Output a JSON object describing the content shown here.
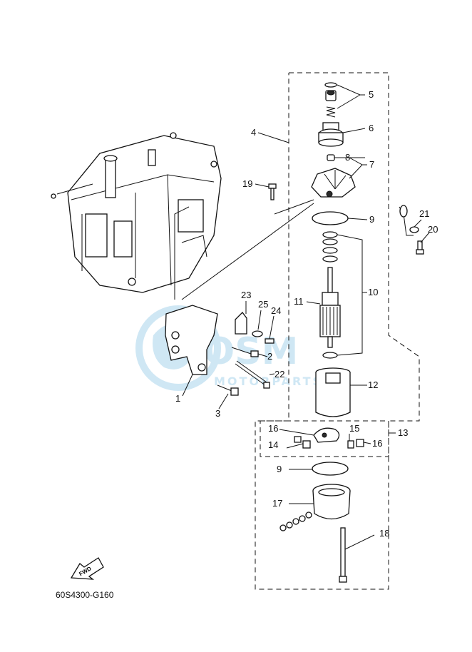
{
  "diagram_code": "60S4300-G160",
  "fwd_label": "FWD",
  "watermark": {
    "brand": "OSM",
    "subtitle": "MOTORPARTS",
    "color": "#a9d4ec"
  },
  "callouts": {
    "c1": "1",
    "c2": "2",
    "c3": "3",
    "c4": "4",
    "c5": "5",
    "c6": "6",
    "c7": "7",
    "c8": "8",
    "c9a": "9",
    "c9b": "9",
    "c10": "10",
    "c11": "11",
    "c12": "12",
    "c13": "13",
    "c14": "14",
    "c15": "15",
    "c16a": "16",
    "c16b": "16",
    "c17": "17",
    "c18": "18",
    "c19": "19",
    "c20": "20",
    "c21": "21",
    "c22": "22",
    "c23": "23",
    "c24": "24",
    "c25": "25"
  }
}
